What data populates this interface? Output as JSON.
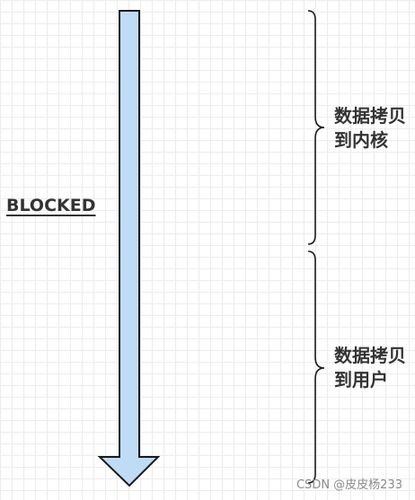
{
  "diagram": {
    "blocked_label": "BLOCKED",
    "phases": [
      {
        "line1": "数据拷贝",
        "line2": "到内核"
      },
      {
        "line1": "数据拷贝",
        "line2": "到用户"
      }
    ],
    "watermark": "CSDN @皮皮杨233",
    "colors": {
      "arrow_fill": "#bfdcf7",
      "arrow_stroke": "#1a1a1a",
      "brace_stroke": "#1a1a1a",
      "text": "#333333"
    }
  }
}
